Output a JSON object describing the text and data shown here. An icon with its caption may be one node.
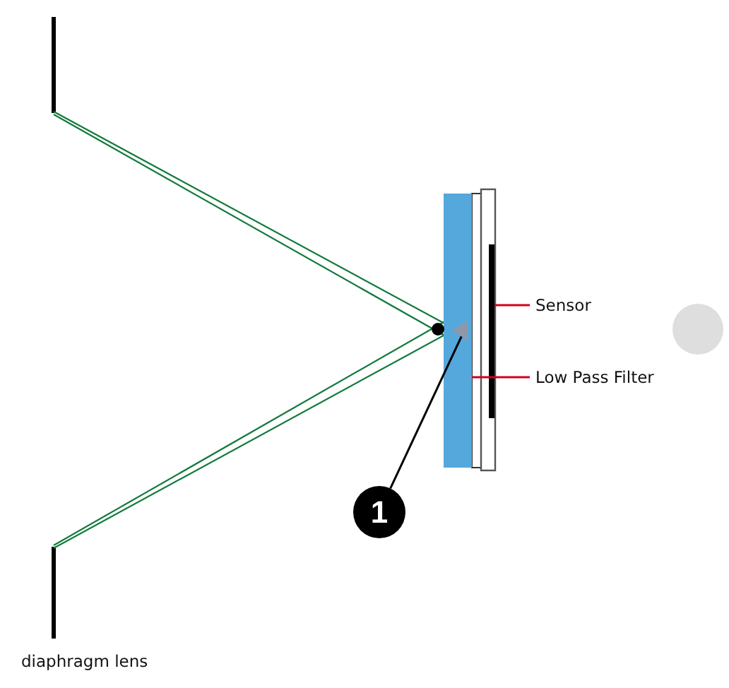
{
  "diagram": {
    "nodes": [
      {
        "text": [
          "Sensor"
        ]
      },
      {
        "text": [
          "Low Pass Filter"
        ]
      },
      {
        "text": [
          "1"
        ]
      },
      {
        "text": [],
        "shape": "bar"
      },
      {
        "text": [],
        "shape": "bar"
      },
      {
        "text": [],
        "shape": "triangle",
        "in": 3
      }
    ],
    "edges": [
      {
        "from": 0,
        "to": 4,
        "arrow": "none"
      },
      {
        "from": 1,
        "to": 3,
        "arrow": "none"
      },
      {
        "from": 2,
        "to": 5,
        "arrow": "none",
        "color": "#000000"
      }
    ],
    "labels": [
      "diaphragm lens"
    ]
  }
}
